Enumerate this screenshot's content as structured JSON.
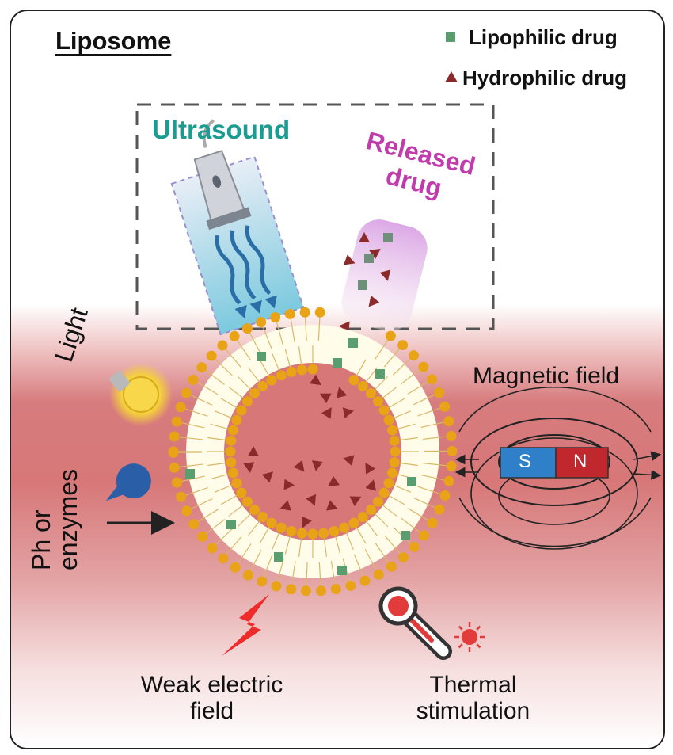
{
  "title": "Liposome",
  "legend": {
    "lipophilic": "Lipophilic drug",
    "hydrophilic": "Hydrophilic drug",
    "lipophilic_color": "#5a9e6f",
    "hydrophilic_color": "#8a2a2a"
  },
  "labels": {
    "ultrasound": "Ultrasound",
    "released_drug_line1": "Released",
    "released_drug_line2": "drug",
    "light": "Light",
    "magnetic_field": "Magnetic field",
    "magnet_s": "S",
    "magnet_n": "N",
    "ph_line1": "Ph or",
    "ph_line2": "enzymes",
    "weak_line1": "Weak electric",
    "weak_line2": "field",
    "thermal_line1": "Thermal",
    "thermal_line2": "stimulation"
  },
  "colors": {
    "ultrasound_text": "#1c9b91",
    "released_text": "#c03cac",
    "lipid_head": "#e8a317",
    "tissue": "#d77778",
    "magnet_s": "#2f7fc9",
    "magnet_n": "#c0282d",
    "bolt": "#ee2a2a"
  },
  "icons": [
    "light-bulb-icon",
    "enzyme-pacman-icon",
    "lightning-bolt-icon",
    "thermometer-icon",
    "sun-icon",
    "ultrasound-probe-icon"
  ]
}
